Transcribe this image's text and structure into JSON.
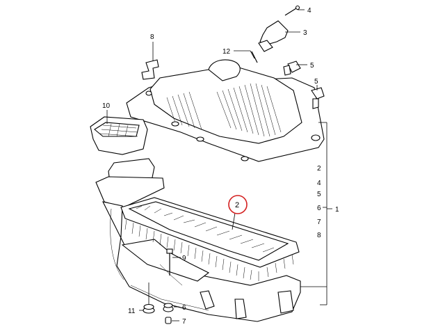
{
  "callouts": {
    "c4": "4",
    "c3": "3",
    "c8": "8",
    "c12": "12",
    "c5a": "5",
    "c5b": "5",
    "c10": "10",
    "c9": "9",
    "c11": "11",
    "c6": "6",
    "c7": "7",
    "c1": "1",
    "highlight": "2"
  },
  "legend": [
    "2",
    "4",
    "5",
    "6",
    "7",
    "8"
  ],
  "colors": {
    "highlight_ring": "#d42020",
    "line": "#000000"
  }
}
